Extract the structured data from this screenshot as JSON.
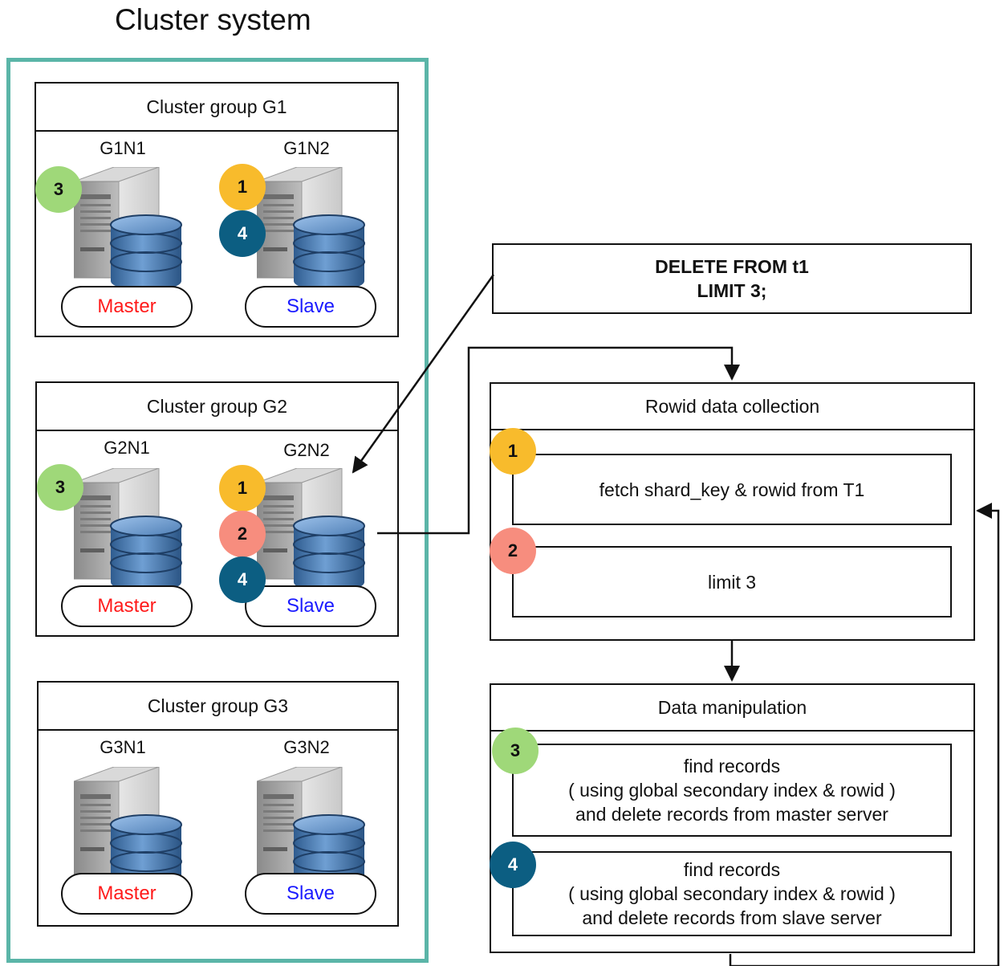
{
  "title": "Cluster system",
  "groups": [
    {
      "label": "Cluster group G1",
      "nodes": [
        {
          "name": "G1N1",
          "role": "Master",
          "badges": [
            "3"
          ]
        },
        {
          "name": "G1N2",
          "role": "Slave",
          "badges": [
            "1",
            "4"
          ]
        }
      ]
    },
    {
      "label": "Cluster group G2",
      "nodes": [
        {
          "name": "G2N1",
          "role": "Master",
          "badges": [
            "3"
          ]
        },
        {
          "name": "G2N2",
          "role": "Slave",
          "badges": [
            "1",
            "2",
            "4"
          ]
        }
      ]
    },
    {
      "label": "Cluster group G3",
      "nodes": [
        {
          "name": "G3N1",
          "role": "Master",
          "badges": []
        },
        {
          "name": "G3N2",
          "role": "Slave",
          "badges": []
        }
      ]
    }
  ],
  "query": {
    "line1": "DELETE FROM t1",
    "line2": "LIMIT 3;"
  },
  "rowid_section": {
    "title": "Rowid data collection",
    "steps": [
      {
        "badge": "1",
        "text": "fetch shard_key & rowid from T1"
      },
      {
        "badge": "2",
        "text": "limit 3"
      }
    ]
  },
  "manipulation_section": {
    "title": "Data manipulation",
    "steps": [
      {
        "badge": "3",
        "lines": [
          "find records",
          "( using global secondary index & rowid )",
          "and delete records from master server"
        ]
      },
      {
        "badge": "4",
        "lines": [
          "find records",
          "( using global secondary index & rowid )",
          "and delete records from slave server"
        ]
      }
    ]
  },
  "colors": {
    "cluster_frame": "#5bb5a8",
    "badge_1": "#f8bb2c",
    "badge_2": "#f78d7e",
    "badge_3": "#9fd879",
    "badge_4": "#0c5e82",
    "master_text": "#ff1a1a",
    "slave_text": "#1a1aff"
  },
  "icons": [
    "server-icon",
    "database-icon"
  ]
}
